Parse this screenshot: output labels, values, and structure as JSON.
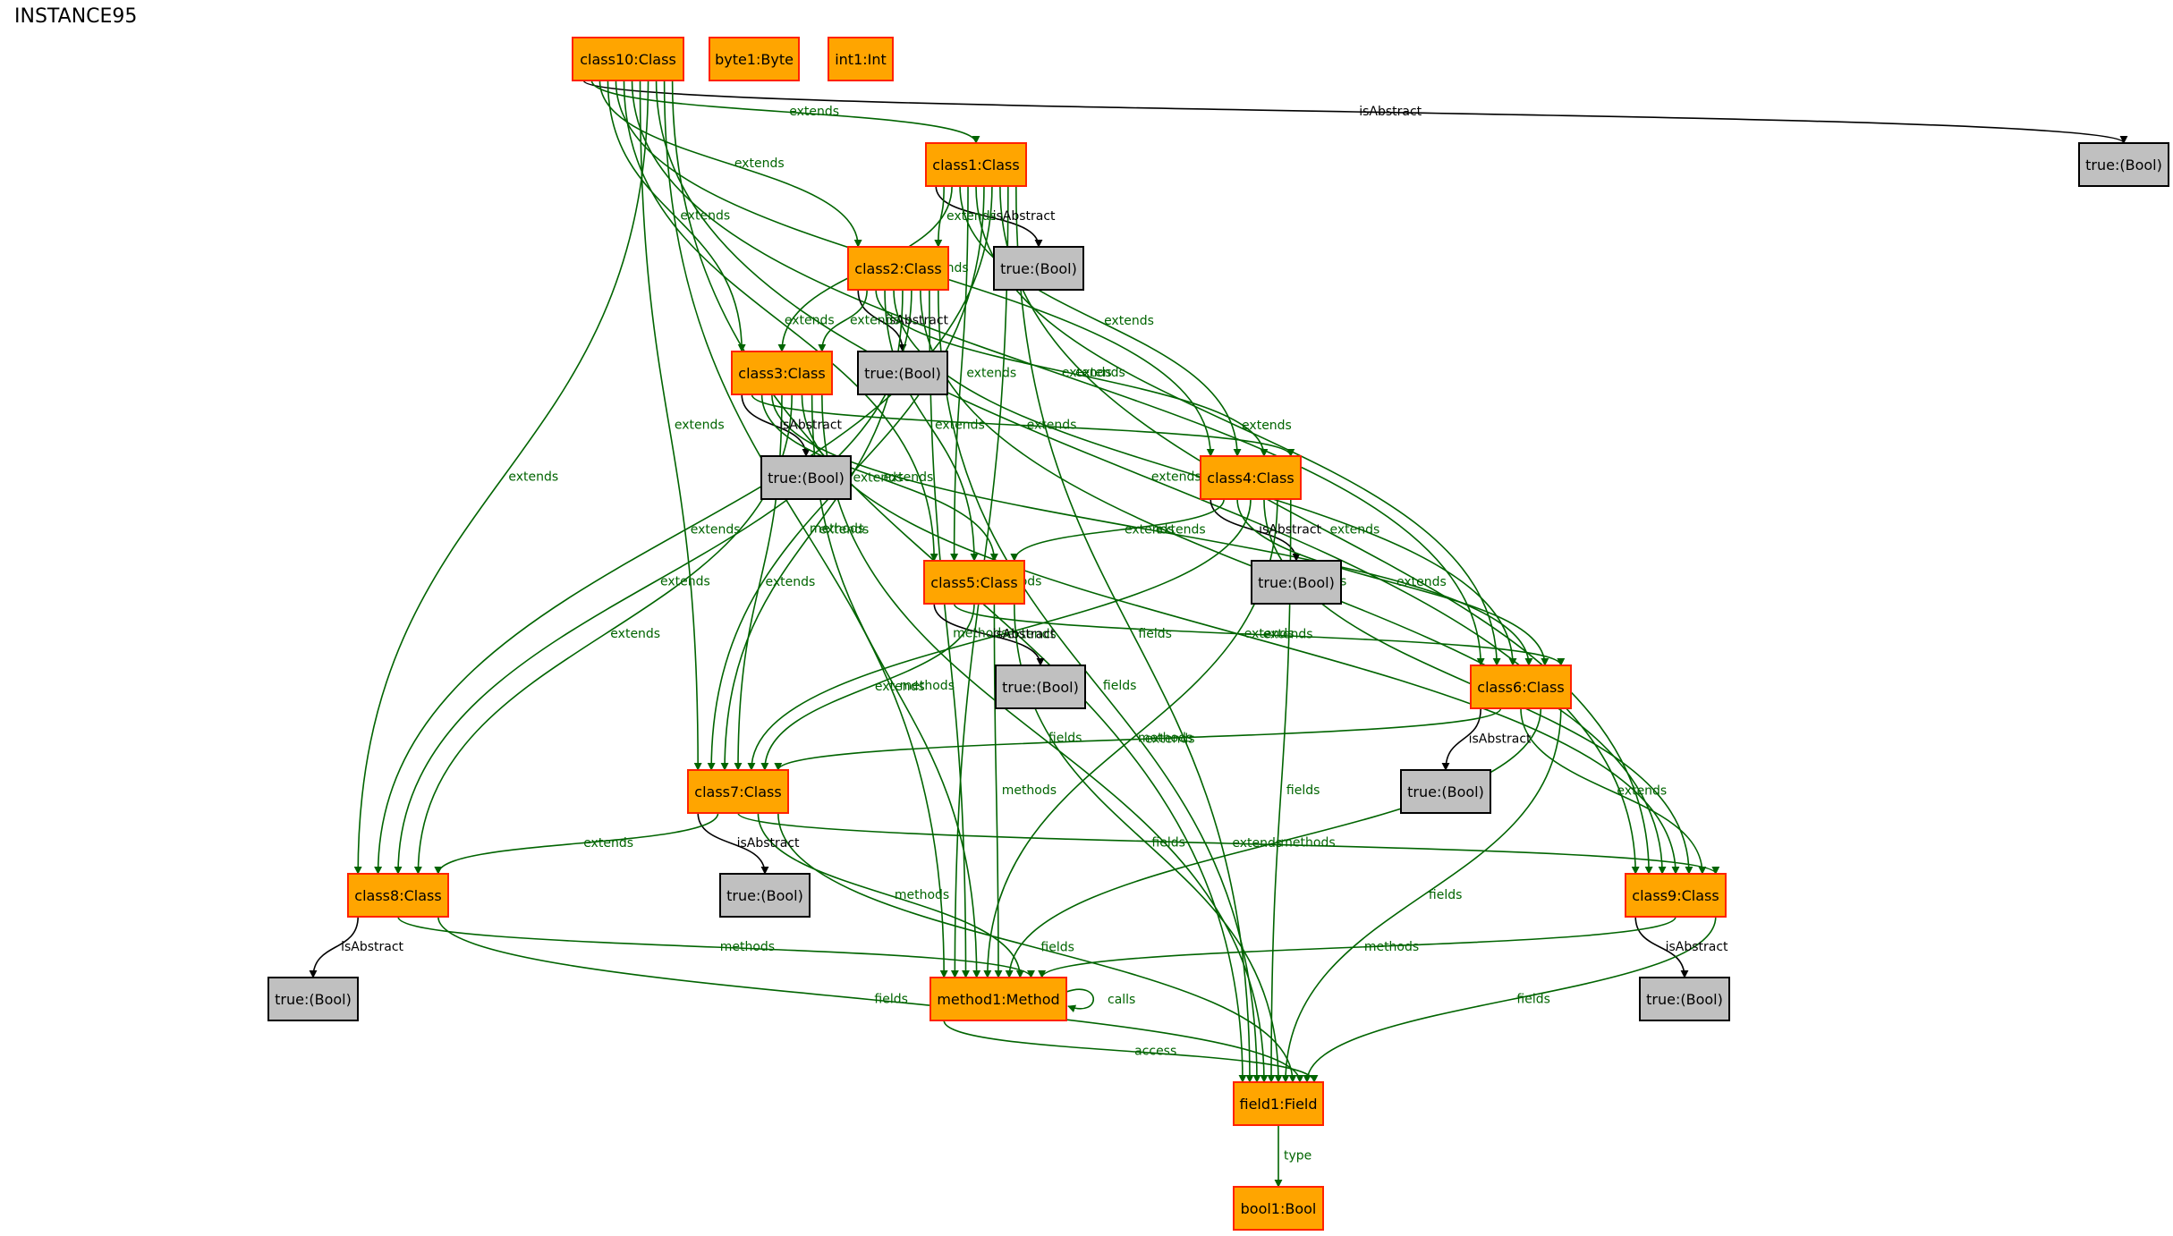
{
  "title": "INSTANCE95",
  "colors": {
    "class_fill": "#ffa500",
    "class_stroke": "#ff2200",
    "bool_fill": "#c0c0c0",
    "bool_stroke": "#000000",
    "edge_green": "#006400",
    "edge_black": "#000000"
  },
  "nodes": [
    {
      "id": "class10",
      "label": "class10:Class",
      "kind": "class"
    },
    {
      "id": "byte1",
      "label": "byte1:Byte",
      "kind": "class"
    },
    {
      "id": "int1",
      "label": "int1:Int",
      "kind": "class"
    },
    {
      "id": "b0",
      "label": "true:(Bool)",
      "kind": "bool"
    },
    {
      "id": "class1",
      "label": "class1:Class",
      "kind": "class"
    },
    {
      "id": "b1",
      "label": "true:(Bool)",
      "kind": "bool"
    },
    {
      "id": "class2",
      "label": "class2:Class",
      "kind": "class"
    },
    {
      "id": "b2",
      "label": "true:(Bool)",
      "kind": "bool"
    },
    {
      "id": "class3",
      "label": "class3:Class",
      "kind": "class"
    },
    {
      "id": "b3",
      "label": "true:(Bool)",
      "kind": "bool"
    },
    {
      "id": "class4",
      "label": "class4:Class",
      "kind": "class"
    },
    {
      "id": "b4",
      "label": "true:(Bool)",
      "kind": "bool"
    },
    {
      "id": "class5",
      "label": "class5:Class",
      "kind": "class"
    },
    {
      "id": "b5",
      "label": "true:(Bool)",
      "kind": "bool"
    },
    {
      "id": "class6",
      "label": "class6:Class",
      "kind": "class"
    },
    {
      "id": "b6",
      "label": "true:(Bool)",
      "kind": "bool"
    },
    {
      "id": "class7",
      "label": "class7:Class",
      "kind": "class"
    },
    {
      "id": "b7",
      "label": "true:(Bool)",
      "kind": "bool"
    },
    {
      "id": "class8",
      "label": "class8:Class",
      "kind": "class"
    },
    {
      "id": "b8",
      "label": "true:(Bool)",
      "kind": "bool"
    },
    {
      "id": "class9",
      "label": "class9:Class",
      "kind": "class"
    },
    {
      "id": "b9",
      "label": "true:(Bool)",
      "kind": "bool"
    },
    {
      "id": "method1",
      "label": "method1:Method",
      "kind": "class"
    },
    {
      "id": "field1",
      "label": "field1:Field",
      "kind": "class"
    },
    {
      "id": "bool1",
      "label": "bool1:Bool",
      "kind": "class"
    }
  ],
  "edges": [
    {
      "from": "class10",
      "to": "b0",
      "label": "isAbstract"
    },
    {
      "from": "class10",
      "to": "class1",
      "label": "extends"
    },
    {
      "from": "class10",
      "to": "class2",
      "label": "extends"
    },
    {
      "from": "class10",
      "to": "class3",
      "label": "extends"
    },
    {
      "from": "class10",
      "to": "class4",
      "label": "extends"
    },
    {
      "from": "class10",
      "to": "class5",
      "label": "extends"
    },
    {
      "from": "class10",
      "to": "class6",
      "label": "extends"
    },
    {
      "from": "class10",
      "to": "class7",
      "label": "extends"
    },
    {
      "from": "class10",
      "to": "class8",
      "label": "extends"
    },
    {
      "from": "class10",
      "to": "class9",
      "label": "extends"
    },
    {
      "from": "class10",
      "to": "method1",
      "label": "methods"
    },
    {
      "from": "class10",
      "to": "field1",
      "label": "fields"
    },
    {
      "from": "class1",
      "to": "b1",
      "label": "isAbstract"
    },
    {
      "from": "class1",
      "to": "class2",
      "label": "extends"
    },
    {
      "from": "class1",
      "to": "class3",
      "label": "extends"
    },
    {
      "from": "class1",
      "to": "class4",
      "label": "extends"
    },
    {
      "from": "class1",
      "to": "class5",
      "label": "extends"
    },
    {
      "from": "class1",
      "to": "class6",
      "label": "extends"
    },
    {
      "from": "class1",
      "to": "class7",
      "label": "extends"
    },
    {
      "from": "class1",
      "to": "class8",
      "label": "extends"
    },
    {
      "from": "class1",
      "to": "class9",
      "label": "extends"
    },
    {
      "from": "class1",
      "to": "method1",
      "label": "methods"
    },
    {
      "from": "class1",
      "to": "field1",
      "label": "fields"
    },
    {
      "from": "class2",
      "to": "b2",
      "label": "isAbstract"
    },
    {
      "from": "class2",
      "to": "class3",
      "label": "extends"
    },
    {
      "from": "class2",
      "to": "class4",
      "label": "extends"
    },
    {
      "from": "class2",
      "to": "class5",
      "label": "extends"
    },
    {
      "from": "class2",
      "to": "class6",
      "label": "extends"
    },
    {
      "from": "class2",
      "to": "class7",
      "label": "extends"
    },
    {
      "from": "class2",
      "to": "class8",
      "label": "extends"
    },
    {
      "from": "class2",
      "to": "class9",
      "label": "extends"
    },
    {
      "from": "class2",
      "to": "method1",
      "label": "methods"
    },
    {
      "from": "class2",
      "to": "field1",
      "label": "fields"
    },
    {
      "from": "class3",
      "to": "b3",
      "label": "isAbstract"
    },
    {
      "from": "class3",
      "to": "class4",
      "label": "extends"
    },
    {
      "from": "class3",
      "to": "class5",
      "label": "extends"
    },
    {
      "from": "class3",
      "to": "class6",
      "label": "extends"
    },
    {
      "from": "class3",
      "to": "class7",
      "label": "extends"
    },
    {
      "from": "class3",
      "to": "class8",
      "label": "extends"
    },
    {
      "from": "class3",
      "to": "class9",
      "label": "extends"
    },
    {
      "from": "class3",
      "to": "method1",
      "label": "methods"
    },
    {
      "from": "class3",
      "to": "field1",
      "label": "fields"
    },
    {
      "from": "class4",
      "to": "b4",
      "label": "isAbstract"
    },
    {
      "from": "class4",
      "to": "class5",
      "label": "extends"
    },
    {
      "from": "class4",
      "to": "class6",
      "label": "extends"
    },
    {
      "from": "class4",
      "to": "class7",
      "label": "extends"
    },
    {
      "from": "class4",
      "to": "class9",
      "label": "extends"
    },
    {
      "from": "class4",
      "to": "method1",
      "label": "methods"
    },
    {
      "from": "class4",
      "to": "field1",
      "label": "fields"
    },
    {
      "from": "class5",
      "to": "b5",
      "label": "isAbstract"
    },
    {
      "from": "class5",
      "to": "class6",
      "label": "extends"
    },
    {
      "from": "class5",
      "to": "class7",
      "label": "extends"
    },
    {
      "from": "class5",
      "to": "method1",
      "label": "methods"
    },
    {
      "from": "class5",
      "to": "field1",
      "label": "fields"
    },
    {
      "from": "class6",
      "to": "b6",
      "label": "isAbstract"
    },
    {
      "from": "class6",
      "to": "class7",
      "label": "extends"
    },
    {
      "from": "class6",
      "to": "class9",
      "label": "extends"
    },
    {
      "from": "class6",
      "to": "method1",
      "label": "methods"
    },
    {
      "from": "class6",
      "to": "field1",
      "label": "fields"
    },
    {
      "from": "class7",
      "to": "b7",
      "label": "isAbstract"
    },
    {
      "from": "class7",
      "to": "class8",
      "label": "extends"
    },
    {
      "from": "class7",
      "to": "class9",
      "label": "extends"
    },
    {
      "from": "class7",
      "to": "method1",
      "label": "methods"
    },
    {
      "from": "class7",
      "to": "field1",
      "label": "fields"
    },
    {
      "from": "class8",
      "to": "b8",
      "label": "isAbstract"
    },
    {
      "from": "class8",
      "to": "method1",
      "label": "methods"
    },
    {
      "from": "class8",
      "to": "field1",
      "label": "fields"
    },
    {
      "from": "class9",
      "to": "b9",
      "label": "isAbstract"
    },
    {
      "from": "class9",
      "to": "method1",
      "label": "methods"
    },
    {
      "from": "class9",
      "to": "field1",
      "label": "fields"
    },
    {
      "from": "method1",
      "to": "method1",
      "label": "calls"
    },
    {
      "from": "method1",
      "to": "field1",
      "label": "access"
    },
    {
      "from": "field1",
      "to": "bool1",
      "label": "type"
    }
  ]
}
